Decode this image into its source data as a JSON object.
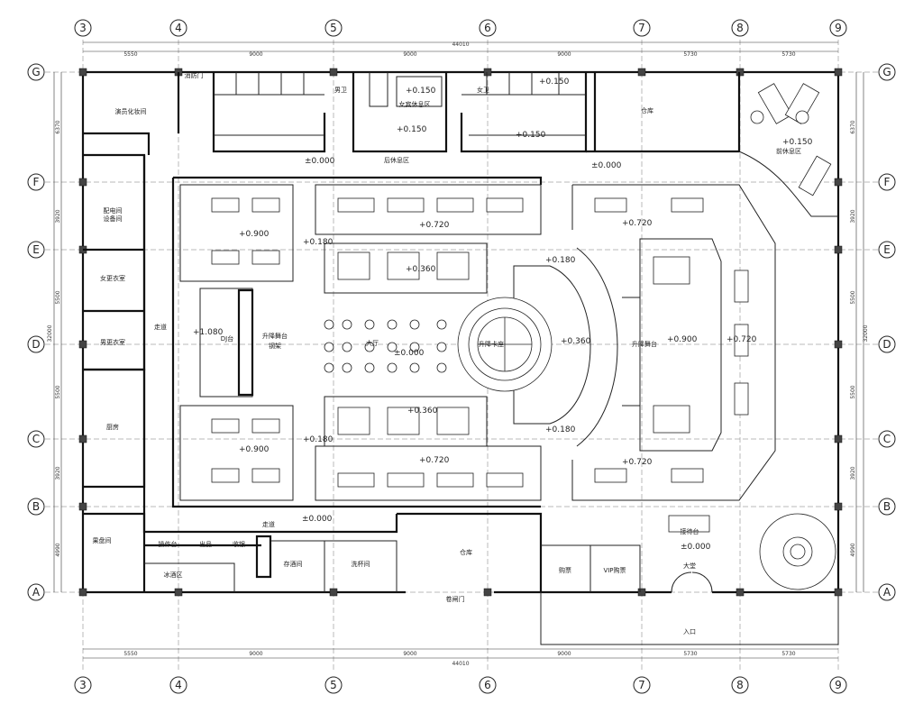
{
  "grid": {
    "columns": [
      "3",
      "4",
      "5",
      "6",
      "7",
      "8",
      "9"
    ],
    "rows": [
      "G",
      "F",
      "E",
      "D",
      "C",
      "B",
      "A"
    ]
  },
  "dimensions": {
    "horizontal": [
      "5550",
      "9000",
      "9000",
      "9000",
      "5730",
      "5730"
    ],
    "horizontal_total": "44010",
    "vertical": [
      "6370",
      "3920",
      "5500",
      "5500",
      "3920",
      "4990"
    ],
    "vertical_total": "32000"
  },
  "rooms": {
    "dressing": "演员化妆间",
    "fire_door": "消防门",
    "male_wc": "男卫",
    "female_lounge": "女宾休息区",
    "female_wc": "女卫",
    "warehouse_top": "仓库",
    "back_lounge": "后休息区",
    "front_lounge": "前休息区",
    "power_room": "配电间\n设备间",
    "female_locker": "女更衣室",
    "male_locker": "男更衣室",
    "corridor_left": "走道",
    "kitchen": "厨房",
    "fruit_room": "果盘间",
    "dj": "DJ台",
    "stage_left": "升降舞台\n钢架",
    "hall": "大厅",
    "center_seat": "升降卡座",
    "stage_right": "升降舞台",
    "corridor_bottom": "走道",
    "operation": "操作台",
    "serve": "出品",
    "cashier": "收银",
    "ice": "冰酒区",
    "wine_store": "存酒间",
    "cup_wash": "洗杯间",
    "warehouse_bottom": "仓库",
    "roll_door": "卷闸门",
    "ticket": "购票",
    "vip_ticket": "VIP购票",
    "lobby": "大堂",
    "reception": "接待台",
    "entrance": "入口"
  },
  "elevations": {
    "e_0_top": "±0.000",
    "e_0150_female": "+0.150",
    "e_0150_female2": "+0.150",
    "e_0150_wc1": "+0.150",
    "e_0150_wc2": "+0.150",
    "e_0150_front": "+0.150",
    "e_0_top_right": "±0.000",
    "e_0720_top": "+0.720",
    "e_0720_top_right": "+0.720",
    "e_0900_left_top": "+0.900",
    "e_0180_left_top": "+0.180",
    "e_0360_top": "+0.360",
    "e_0180_center_top": "+0.180",
    "e_1080": "+1.080",
    "e_0_hall": "±0.000",
    "e_0360_center": "+0.360",
    "e_0900_right": "+0.900",
    "e_0720_right": "+0.720",
    "e_0360_bottom": "+0.360",
    "e_0180_center_bottom": "+0.180",
    "e_0180_left_bottom": "+0.180",
    "e_0900_left_bottom": "+0.900",
    "e_0720_bottom": "+0.720",
    "e_0720_bottom_right": "+0.720",
    "e_0_corridor": "±0.000",
    "e_0_lobby": "±0.000"
  }
}
